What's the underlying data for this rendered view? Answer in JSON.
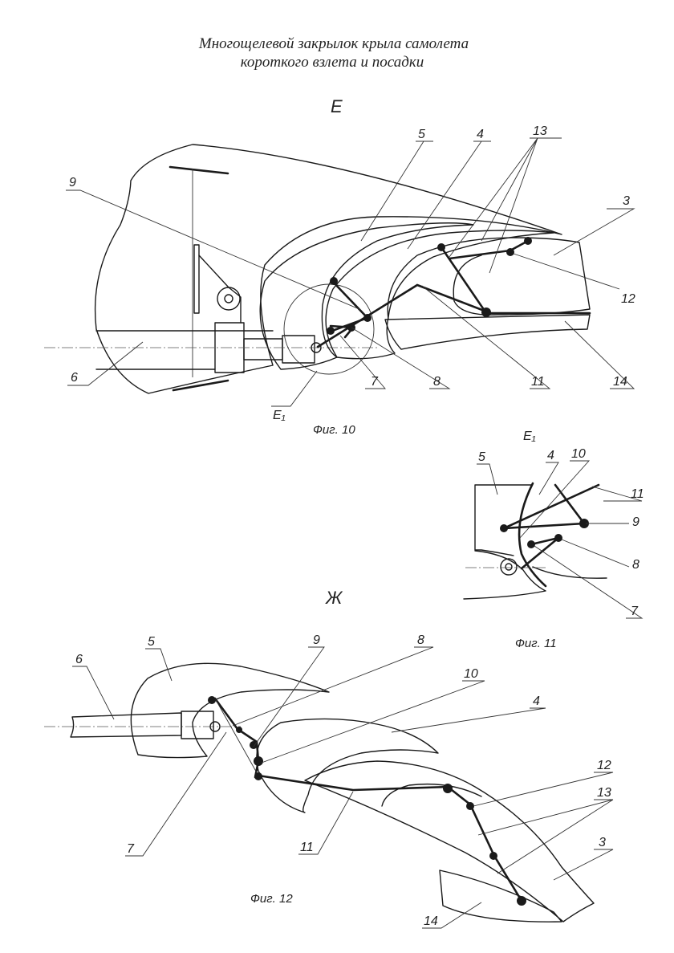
{
  "title": {
    "line1": "Многощелевой закрылок крыла самолета",
    "line2": "короткого взлета и посадки"
  },
  "fig10": {
    "view": "E",
    "caption": "Фиг. 10",
    "callout": "E₁",
    "labels": [
      "5",
      "4",
      "13",
      "9",
      "3",
      "12",
      "6",
      "7",
      "8",
      "11",
      "14"
    ]
  },
  "fig11": {
    "view": "E₁",
    "caption": "Фиг. 11",
    "labels": [
      "5",
      "4",
      "10",
      "11",
      "9",
      "8",
      "7"
    ]
  },
  "fig12": {
    "view": "Ж",
    "caption": "Фиг. 12",
    "labels": [
      "5",
      "9",
      "8",
      "10",
      "6",
      "4",
      "12",
      "13",
      "3",
      "7",
      "11",
      "14"
    ]
  }
}
